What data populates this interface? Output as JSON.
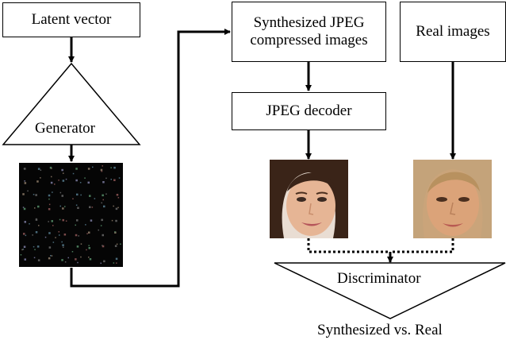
{
  "nodes": {
    "latent_vector": "Latent vector",
    "generator": "Generator",
    "synthesized_jpeg_line1": "Synthesized JPEG",
    "synthesized_jpeg_line2": "compressed images",
    "real_images": "Real images",
    "jpeg_decoder": "JPEG decoder",
    "discriminator": "Discriminator",
    "output": "Synthesized vs. Real"
  },
  "colors": {
    "line": "#000000",
    "dct_background": "#050505",
    "synth_face_skin": "#e6b595",
    "synth_face_hair": "#3a2418",
    "real_face_skin": "#dba379",
    "real_face_hair": "#c4a37a"
  },
  "images": {
    "dct_coefficients": "dct-coefficient-image",
    "synthesized_face": "synthesized-face-image",
    "real_face": "real-face-image"
  }
}
